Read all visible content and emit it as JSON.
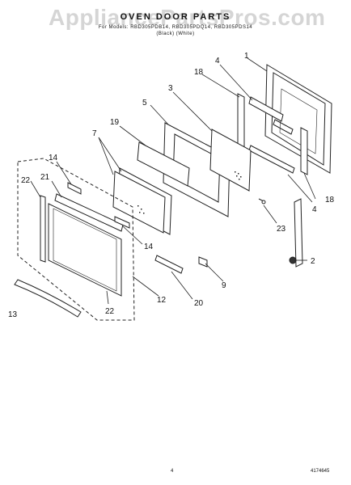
{
  "header": {
    "title": "OVEN DOOR PARTS",
    "subtitle": "For Models: RBD305PDB14, RBD305PDQ14, RBD305PDS14",
    "finish": "(Black)   (White)"
  },
  "watermark": "AppliancePartsPros.com",
  "callouts": {
    "c1": "1",
    "c2": "2",
    "c3": "3",
    "c4a": "4",
    "c4b": "4",
    "c5": "5",
    "c7": "7",
    "c9": "9",
    "c12": "12",
    "c13": "13",
    "c14a": "14",
    "c14b": "14",
    "c18a": "18",
    "c18b": "18",
    "c19": "19",
    "c20": "20",
    "c21": "21",
    "c22a": "22",
    "c22b": "22",
    "c23": "23"
  },
  "footer": {
    "page_number": "4",
    "part_code": "4174645"
  },
  "colors": {
    "line": "#222222",
    "fill": "#ffffff",
    "dark_fill": "#333333"
  }
}
